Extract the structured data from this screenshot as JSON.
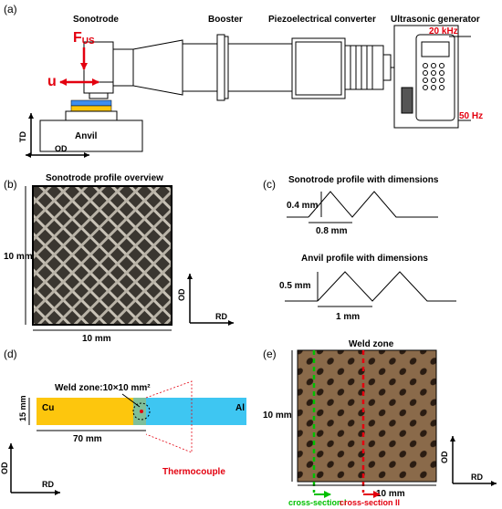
{
  "panels": {
    "a": {
      "tag": "(a)",
      "sonotrode": "Sonotrode",
      "booster": "Booster",
      "converter": "Piezoelectrical converter",
      "generator": "Ultrasonic generator",
      "f_main": "F",
      "f_sub": "US",
      "u": "u",
      "anvil": "Anvil",
      "td": "TD",
      "od": "OD",
      "freq_hi": "20 kHz",
      "freq_lo": "50 Hz"
    },
    "b": {
      "tag": "(b)",
      "title": "Sonotrode profile overview",
      "height_dim": "10 mm",
      "width_dim": "10 mm",
      "od": "OD",
      "rd": "RD"
    },
    "c": {
      "tag": "(c)",
      "sono_title": "Sonotrode profile with dimensions",
      "sono_h": "0.4 mm",
      "sono_w": "0.8 mm",
      "anvil_title": "Anvil profile with dimensions",
      "anvil_h": "0.5 mm",
      "anvil_w": "1 mm"
    },
    "d": {
      "tag": "(d)",
      "weld_zone": "Weld zone:10×10 mm²",
      "cu": "Cu",
      "al": "Al",
      "width": "15 mm",
      "length": "70 mm",
      "thermocouple": "Thermocouple",
      "od": "OD",
      "rd": "RD"
    },
    "e": {
      "tag": "(e)",
      "title": "Weld zone",
      "height_dim": "10 mm",
      "width_dim": "10 mm",
      "od": "OD",
      "rd": "RD",
      "cs1": "cross-section I",
      "cs2": "cross-section II"
    }
  },
  "colors": {
    "red": "#e3000f",
    "green": "#00c000",
    "cu": "#fdc60d",
    "al": "#3ec6f2",
    "knurl_bg": "#3a3630",
    "weld_bg": "#8a6a4a"
  }
}
